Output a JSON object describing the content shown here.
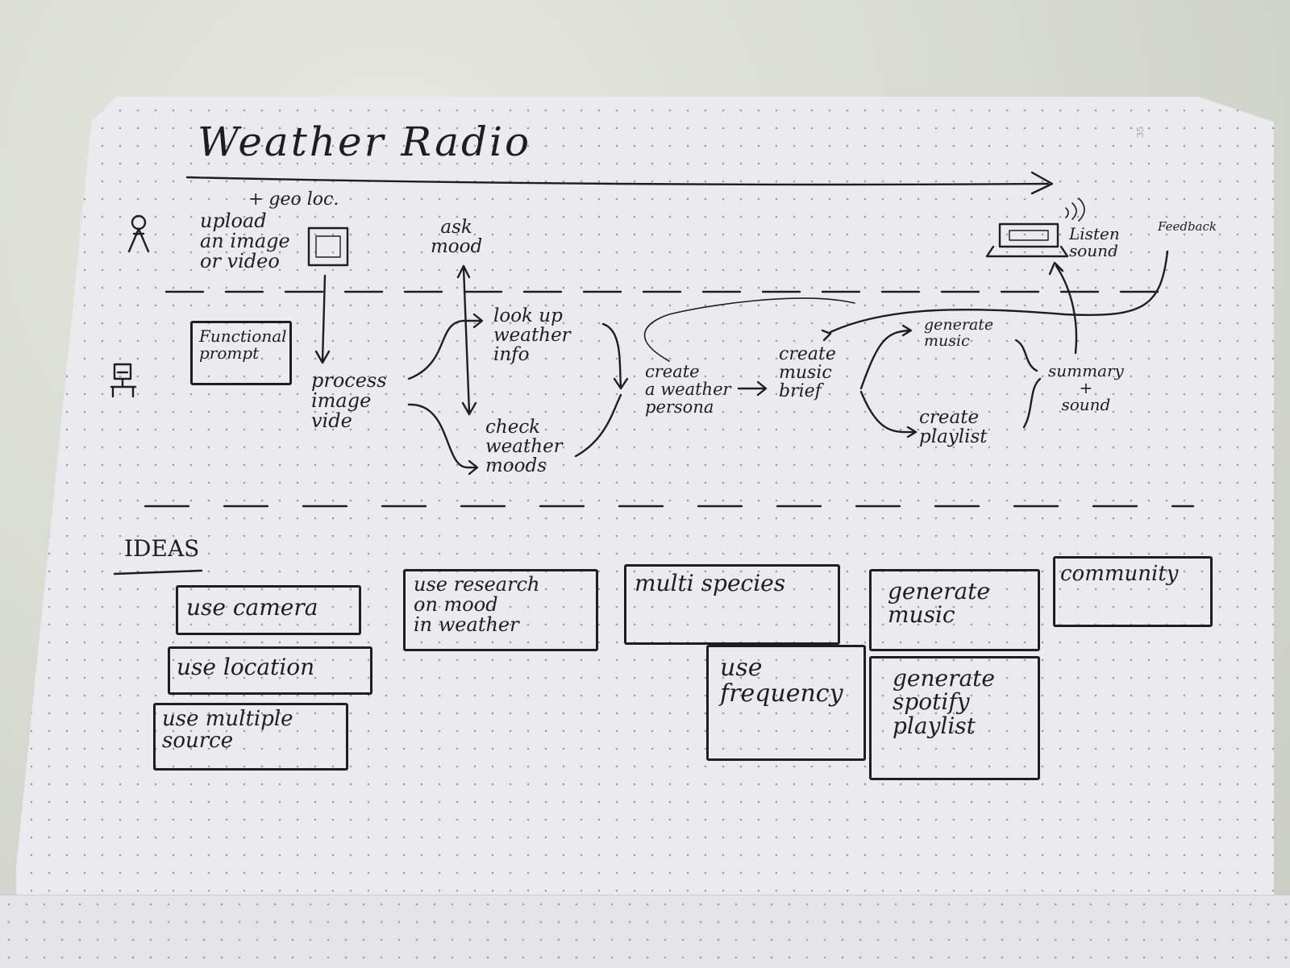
{
  "notebook": {
    "title": "Weather Radio",
    "page_number": "35"
  },
  "flow": {
    "geo_note": "+ geo loc.",
    "upload": "upload\nan image\nor video",
    "functional_prompt": "Functional\nprompt",
    "process": "process\nimage\nvide",
    "ask_mood": "ask\nmood",
    "look_up": "look up\nweather\ninfo",
    "check_moods": "check\nweather\nmoods",
    "persona": "create\na weather\npersona",
    "music_brief": "create\nmusic\nbrief",
    "generate_music": "generate\nmusic",
    "create_playlist": "create\nplaylist",
    "summary": "summary\n+\nsound",
    "listen": "Listen\nsound",
    "feedback": "Feedback"
  },
  "ideas": {
    "heading": "IDEAS",
    "cards": [
      "use camera",
      "use location",
      "use multiple\nsource",
      "use research\non mood\nin weather",
      "multi species",
      "use\nfrequency",
      "generate\nmusic",
      "generate\nspotify\nplaylist",
      "community"
    ]
  },
  "colors": {
    "ink": "#1d1d22",
    "paper": "#ebebef",
    "dots": "#9a9aa4",
    "wall": "#d9dbd3"
  }
}
